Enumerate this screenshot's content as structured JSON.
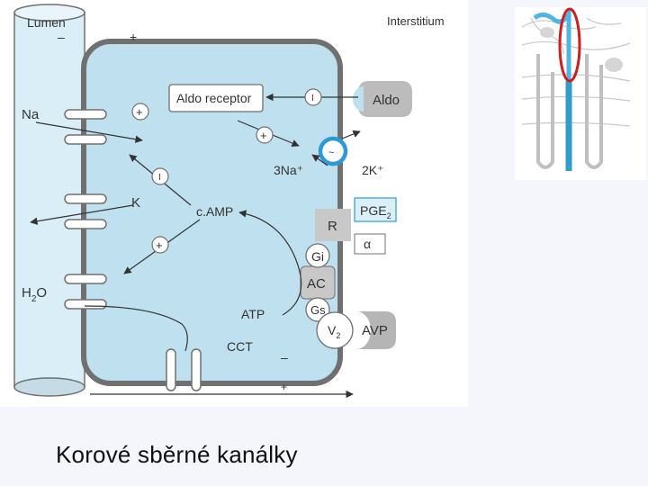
{
  "caption": "Korové sběrné kanálky",
  "labels": {
    "lumen": "Lumen",
    "interstitium": "Interstitium",
    "lumen_charge": "–",
    "cell_charge_top": "+",
    "na": "Na",
    "k": "K",
    "h2o": "H",
    "h2o_sub": "2",
    "h2o_o": "O",
    "aldo_receptor": "Aldo receptor",
    "aldo": "Aldo",
    "na_k_pump": "3Na⁺",
    "k_pump": "2K⁺",
    "pump_symbol": "~",
    "camp": "c.AMP",
    "atp": "ATP",
    "cct": "CCT",
    "r": "R",
    "gi": "Gi",
    "ac": "AC",
    "gs": "Gs",
    "v": "V",
    "v_sub": "2",
    "avp": "AVP",
    "pge": "PGE",
    "pge_sub": "2",
    "alpha": "α",
    "plus": "+",
    "inhibit": "I",
    "bottom_minus": "–",
    "bottom_plus": "+"
  },
  "colors": {
    "cell_fill": "#bfe0ee",
    "lumen_fill": "#d9eef6",
    "membrane": "#707070",
    "receptor_fill": "#c8c8c8",
    "pump_ring": "#2c9ad8",
    "thumb_highlight": "#cc1f1f",
    "thumb_tubule": "#4fb6e3"
  }
}
